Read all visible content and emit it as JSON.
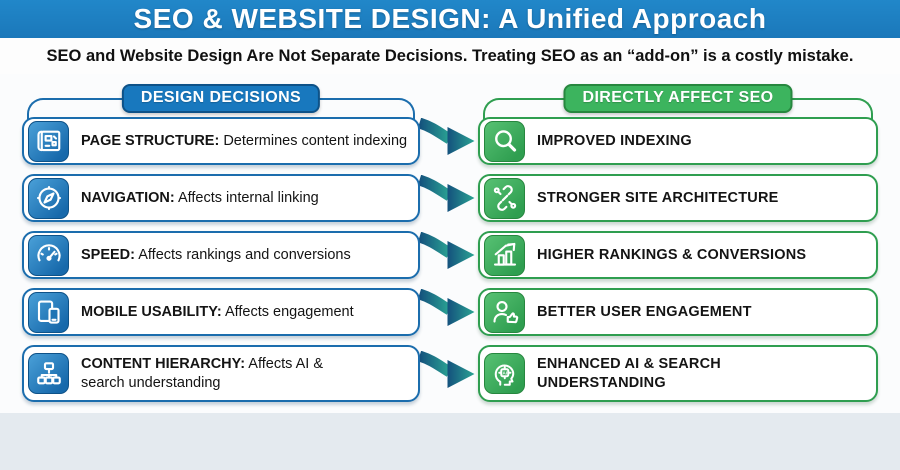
{
  "title": "SEO & WEBSITE DESIGN: A Unified Approach",
  "subtitle": "SEO and Website Design Are Not Separate Decisions. Treating SEO as an “add-on” is a costly mistake.",
  "left_column": {
    "header": "DESIGN DECISIONS",
    "items": [
      {
        "icon": "blueprint-icon",
        "label": "PAGE STRUCTURE:",
        "description": "Determines content indexing"
      },
      {
        "icon": "compass-icon",
        "label": "NAVIGATION:",
        "description": "Affects internal linking"
      },
      {
        "icon": "speedometer-icon",
        "label": "SPEED:",
        "description": "Affects rankings and conversions"
      },
      {
        "icon": "mobile-devices-icon",
        "label": "MOBILE USABILITY:",
        "description": "Affects engagement"
      },
      {
        "icon": "sitemap-icon",
        "label": "CONTENT HIERARCHY:",
        "description": "Affects AI & search understanding"
      }
    ]
  },
  "right_column": {
    "header": "DIRECTLY AFFECT SEO",
    "items": [
      {
        "icon": "search-icon",
        "label": "IMPROVED INDEXING"
      },
      {
        "icon": "link-nodes-icon",
        "label": "STRONGER SITE ARCHITECTURE"
      },
      {
        "icon": "growth-chart-icon",
        "label": "HIGHER RANKINGS & CONVERSIONS"
      },
      {
        "icon": "user-thumbs-up-icon",
        "label": "BETTER USER ENGAGEMENT"
      },
      {
        "icon": "ai-head-icon",
        "label": "ENHANCED AI & SEARCH UNDERSTANDING"
      }
    ]
  },
  "palette": {
    "title_bar_blue": "#1b78ba",
    "pill_blue": "#1878be",
    "row_border_blue": "#1b6dad",
    "pill_green": "#3cb45e",
    "row_border_green": "#2f9e50",
    "arrow_gradient_start": "#14517d",
    "arrow_gradient_end": "#2aa393",
    "bottom_strip": "#e4eaef",
    "text_dark": "#141414"
  }
}
